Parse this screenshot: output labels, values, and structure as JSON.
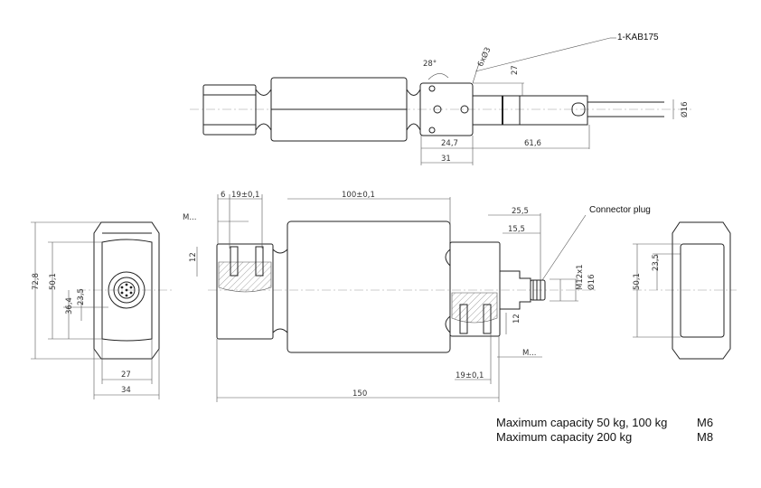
{
  "top_view": {
    "cable_label": "1-KAB175",
    "angle": "28°",
    "holes": "6xØ3",
    "dim_27": "27",
    "dim_16": "Ø16",
    "dim_24_7": "24,7",
    "dim_61_6": "61,6",
    "dim_31": "31"
  },
  "side_view": {
    "dim_6": "6",
    "dim_19_top": "19±0,1",
    "dim_100": "100±0,1",
    "dim_25_5": "25,5",
    "dim_15_5": "15,5",
    "thread_left": "M...",
    "thread_right": "M...",
    "dim_12_left": "12",
    "dim_12_right": "12",
    "dim_m12": "M12x1",
    "dim_16": "Ø16",
    "dim_19_bottom": "19±0,1",
    "dim_150": "150",
    "connector_label": "Connector plug"
  },
  "left_end_view": {
    "dim_72_8": "72,8",
    "dim_50_1": "50,1",
    "dim_36_4": "36,4",
    "dim_23_5": "23,5",
    "dim_27": "27",
    "dim_34": "34"
  },
  "right_end_view": {
    "dim_50_1": "50,1",
    "dim_23_5": "23,5"
  },
  "capacity_table": [
    {
      "label": "Maximum capacity 50 kg, 100 kg",
      "thread": "M6"
    },
    {
      "label": "Maximum capacity 200 kg",
      "thread": "M8"
    }
  ]
}
